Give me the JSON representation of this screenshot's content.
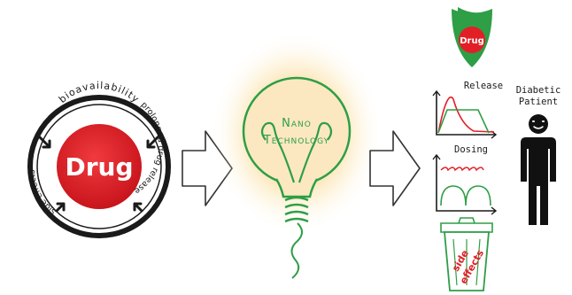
{
  "left": {
    "center_label": "Drug",
    "ring_top": "bioavailability",
    "ring_right": "prolonged drug release",
    "ring_left": "side effects",
    "colors": {
      "red": "#e21f26",
      "ring": "#1a1a1a"
    }
  },
  "nano": {
    "line1": "Nano",
    "line2": "Technology",
    "colors": {
      "glow": "#f6a623",
      "bulb": "#fbeac5",
      "wire": "#2e9e47"
    }
  },
  "right": {
    "shield_label": "Drug",
    "release_label": "Release",
    "dosing_label": "Dosing",
    "bin_label_1": "side",
    "bin_label_2": "effects",
    "patient_label_1": "Diabetic",
    "patient_label_2": "Patient",
    "colors": {
      "green": "#2e9e47",
      "red": "#e21f26"
    }
  },
  "icons": [
    "shield-icon",
    "release-chart-icon",
    "dosing-chart-icon",
    "trash-bin-icon",
    "person-icon",
    "light-bulb-icon",
    "arrow-right-icon"
  ]
}
